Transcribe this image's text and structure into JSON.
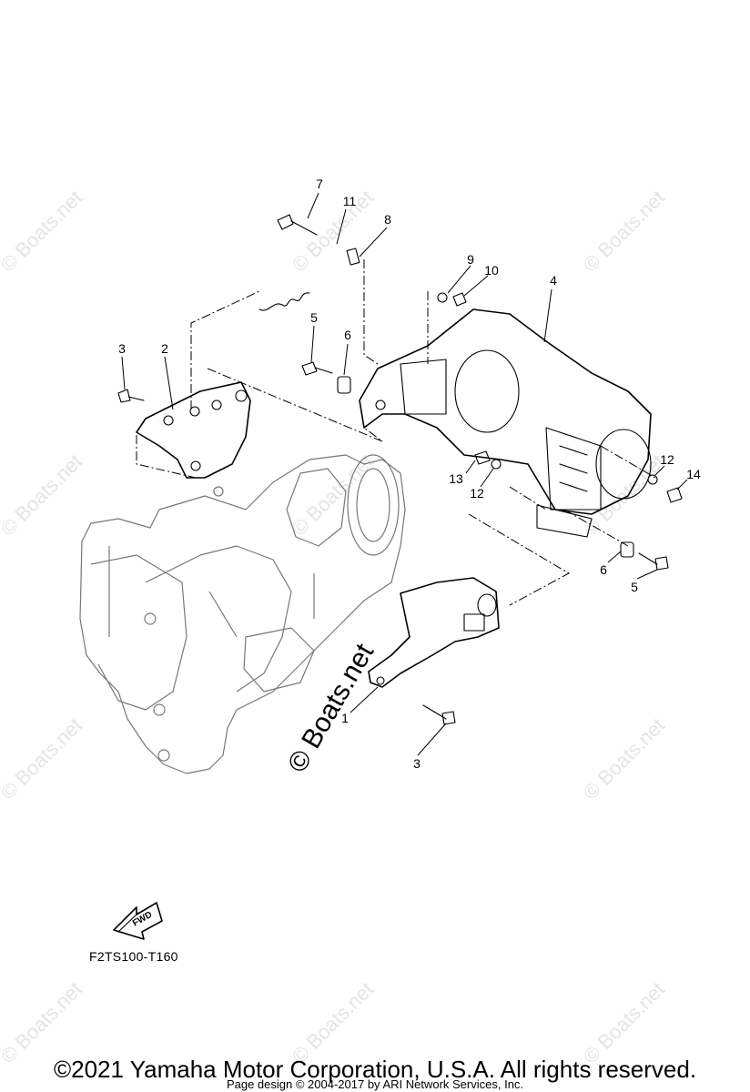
{
  "diagram": {
    "callouts": [
      {
        "id": "7",
        "text": "7"
      },
      {
        "id": "11",
        "text": "11"
      },
      {
        "id": "8",
        "text": "8"
      },
      {
        "id": "9",
        "text": "9"
      },
      {
        "id": "10",
        "text": "10"
      },
      {
        "id": "4",
        "text": "4"
      },
      {
        "id": "5a",
        "text": "5"
      },
      {
        "id": "6a",
        "text": "6"
      },
      {
        "id": "3a",
        "text": "3"
      },
      {
        "id": "2",
        "text": "2"
      },
      {
        "id": "12a",
        "text": "12"
      },
      {
        "id": "14",
        "text": "14"
      },
      {
        "id": "13",
        "text": "13"
      },
      {
        "id": "12b",
        "text": "12"
      },
      {
        "id": "6b",
        "text": "6"
      },
      {
        "id": "5b",
        "text": "5"
      },
      {
        "id": "1",
        "text": "1"
      },
      {
        "id": "3b",
        "text": "3"
      }
    ],
    "fwd_arrow_label": "FWD",
    "reference_code": "F2TS100-T160"
  },
  "watermark": {
    "text": "© Boats.net",
    "center_text": "© Boats.net"
  },
  "footer": {
    "copyright": "©2021 Yamaha Motor Corporation, U.S.A. All rights reserved.",
    "page_design": "Page design © 2004-2017 by ARI Network Services, Inc."
  }
}
